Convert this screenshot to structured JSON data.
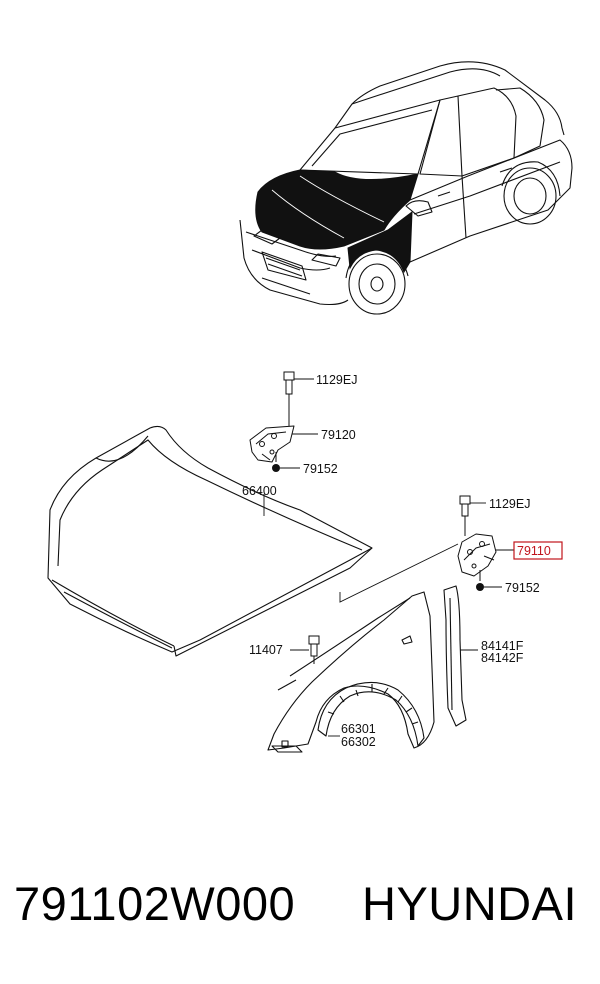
{
  "labels": {
    "bolt_top": "1129EJ",
    "hinge_lh": "79120",
    "nut_lh": "79152",
    "hood": "66400",
    "bolt_right": "1129EJ",
    "hinge_rh": "79110",
    "nut_rh": "79152",
    "fender_bolt": "11407",
    "moulding_a": "84141F",
    "moulding_b": "84142F",
    "liner_a": "66301",
    "liner_b": "66302"
  },
  "footer": {
    "part_number": "791102W000",
    "brand": "HYUNDAI"
  },
  "colors": {
    "highlight": "#c0141c",
    "ink": "#111111"
  }
}
